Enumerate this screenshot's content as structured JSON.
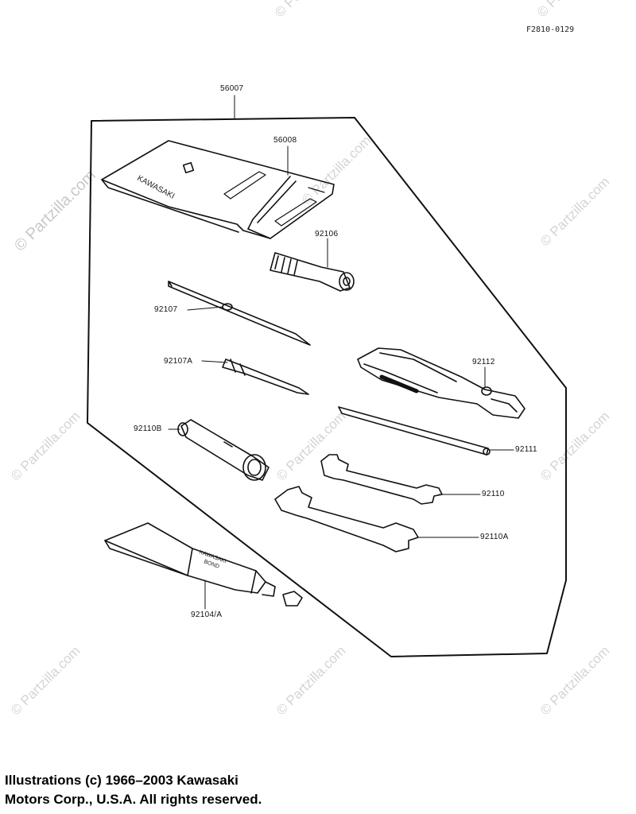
{
  "doc_code": "F2810-0129",
  "watermark": "© Partzilla.com",
  "copyright_line1": "Illustrations (c) 1966–2003 Kawasaki",
  "copyright_line2": "Motors Corp., U.S.A.  All rights reserved.",
  "parts": {
    "kit": "56007",
    "bag": "56008",
    "handle": "92106",
    "screwdriver": "92107",
    "screwdriver_a": "92107A",
    "pliers": "92112",
    "box_wrench": "92110B",
    "bar": "92111",
    "wrench": "92110",
    "wrench_a": "92110A",
    "bond": "92104/A"
  },
  "tube_text": {
    "line1": "KAWASAKI",
    "line2": "BOND"
  },
  "bag_text": "KAWASAKI"
}
